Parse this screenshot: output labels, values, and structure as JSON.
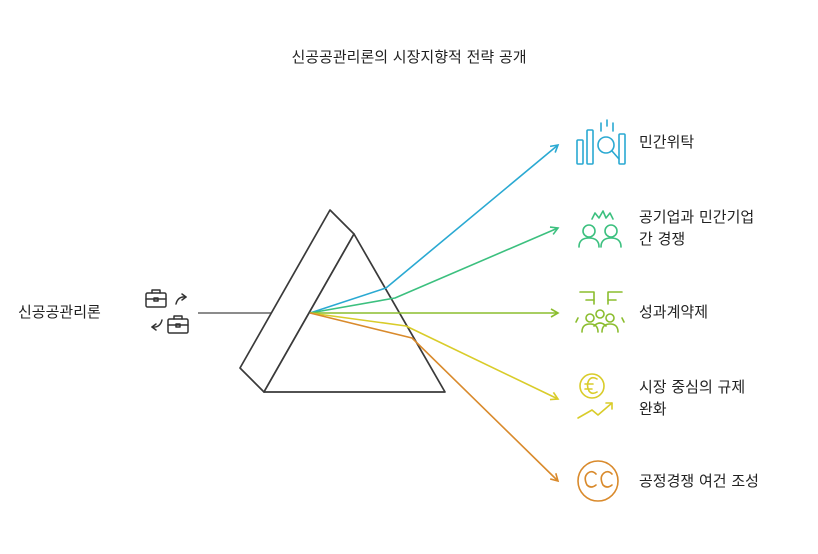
{
  "title": "신공공관리론의 시장지향적 전략 공개",
  "source": {
    "label": "신공공관리론",
    "icon": "briefcase-exchange-icon"
  },
  "outputs": [
    {
      "lines": [
        "민간위탁"
      ],
      "color": "#2aa9d2",
      "icon": "search-building-icon"
    },
    {
      "lines": [
        "공기업과 민간기업",
        "간 경쟁"
      ],
      "color": "#3cc07f",
      "icon": "competing-people-icon"
    },
    {
      "lines": [
        "성과계약제"
      ],
      "color": "#8bbd2e",
      "icon": "team-contract-icon"
    },
    {
      "lines": [
        "시장 중심의 규제",
        "완화"
      ],
      "color": "#d9cc2a",
      "icon": "euro-growth-icon"
    },
    {
      "lines": [
        "공정경쟁 여건 조성"
      ],
      "color": "#d98a2c",
      "icon": "cc-circle-icon"
    }
  ]
}
